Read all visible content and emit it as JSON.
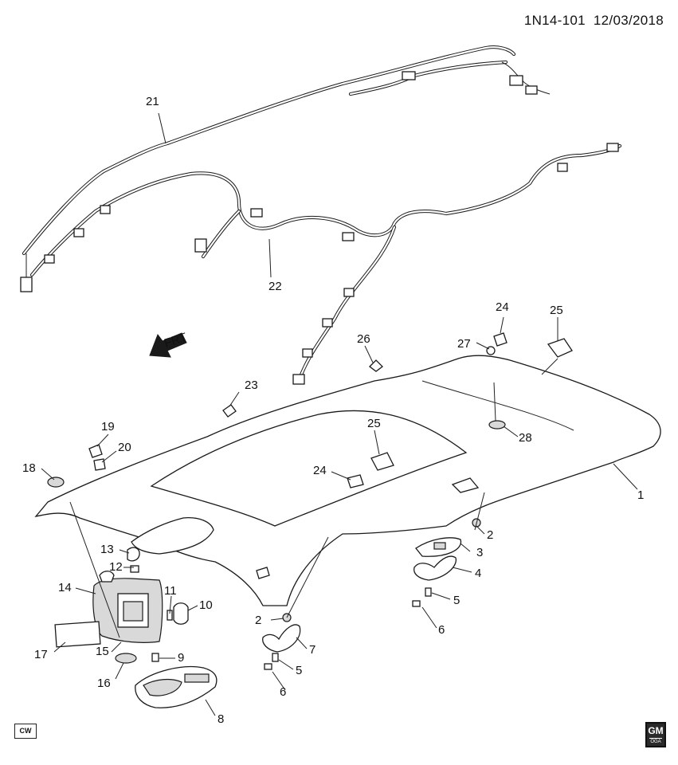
{
  "header": {
    "code": "1N14-101",
    "date": "12/03/2018"
  },
  "badges": {
    "cw": "CW",
    "gm": "GM",
    "gm_sub": "OGA"
  },
  "direction_arrow": {
    "label": "FRT",
    "icon": "front-arrow-icon"
  },
  "callouts": [
    {
      "id": "c1",
      "label": "1"
    },
    {
      "id": "c2a",
      "label": "2"
    },
    {
      "id": "c2b",
      "label": "2"
    },
    {
      "id": "c3",
      "label": "3"
    },
    {
      "id": "c4",
      "label": "4"
    },
    {
      "id": "c5a",
      "label": "5"
    },
    {
      "id": "c5b",
      "label": "5"
    },
    {
      "id": "c6a",
      "label": "6"
    },
    {
      "id": "c6b",
      "label": "6"
    },
    {
      "id": "c7",
      "label": "7"
    },
    {
      "id": "c8",
      "label": "8"
    },
    {
      "id": "c9",
      "label": "9"
    },
    {
      "id": "c10",
      "label": "10"
    },
    {
      "id": "c11",
      "label": "11"
    },
    {
      "id": "c12",
      "label": "12"
    },
    {
      "id": "c13",
      "label": "13"
    },
    {
      "id": "c14",
      "label": "14"
    },
    {
      "id": "c15",
      "label": "15"
    },
    {
      "id": "c16",
      "label": "16"
    },
    {
      "id": "c17",
      "label": "17"
    },
    {
      "id": "c18",
      "label": "18"
    },
    {
      "id": "c19",
      "label": "19"
    },
    {
      "id": "c20",
      "label": "20"
    },
    {
      "id": "c21",
      "label": "21"
    },
    {
      "id": "c22",
      "label": "22"
    },
    {
      "id": "c23",
      "label": "23"
    },
    {
      "id": "c24a",
      "label": "24"
    },
    {
      "id": "c24b",
      "label": "24"
    },
    {
      "id": "c25a",
      "label": "25"
    },
    {
      "id": "c25b",
      "label": "25"
    },
    {
      "id": "c26",
      "label": "26"
    },
    {
      "id": "c27",
      "label": "27"
    },
    {
      "id": "c28",
      "label": "28"
    }
  ]
}
